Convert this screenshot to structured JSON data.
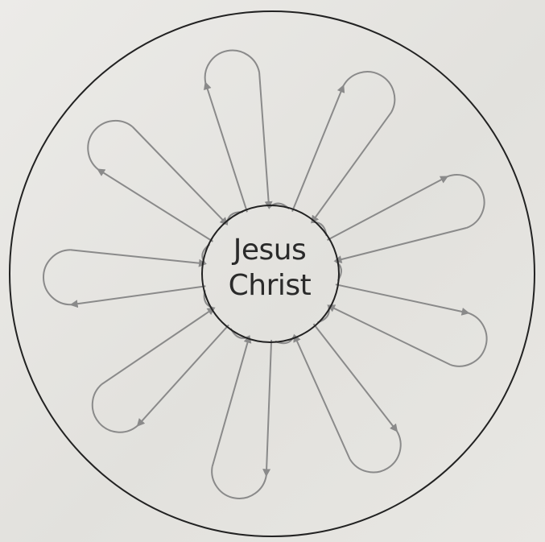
{
  "diagram": {
    "center": {
      "line1": "Jesus",
      "line2": "Christ"
    },
    "petal_count": 9,
    "colors": {
      "background": "#e9e8e4",
      "outer_ring": "#222222",
      "inner_ring": "#222222",
      "loop_stroke": "#8a8a8a",
      "arrowhead": "#8a8a8a"
    }
  }
}
